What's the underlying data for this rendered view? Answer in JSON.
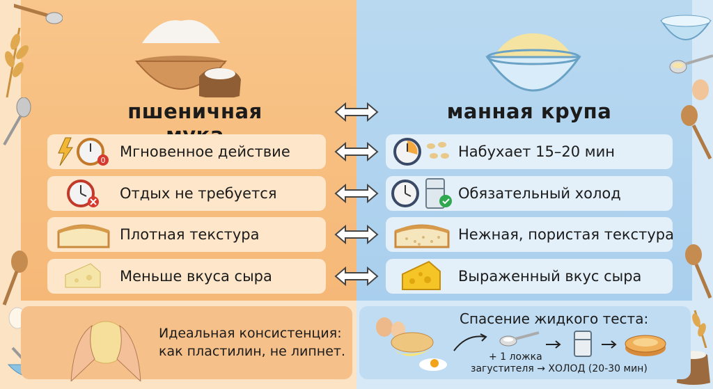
{
  "left": {
    "title": "пшеничная мука",
    "rows": [
      {
        "label": "Мгновенное действие",
        "icon": "lightning-clock-icon",
        "badge": "0"
      },
      {
        "label": "Отдых не требуется",
        "icon": "clock-cross-icon"
      },
      {
        "label": "Плотная текстура",
        "icon": "dense-bread-icon"
      },
      {
        "label": "Меньше вкуса сыра",
        "icon": "pale-cheese-icon"
      }
    ],
    "tip": {
      "line1": "Идеальная консистенция:",
      "line2": "как пластилин, не липнет."
    }
  },
  "right": {
    "title": "манная крупа",
    "rows": [
      {
        "label": "Набухает 15–20 мин",
        "icon": "clock-grains-icon"
      },
      {
        "label": "Обязательный холод",
        "icon": "clock-fridge-icon"
      },
      {
        "label": "Нежная, пористая текстура",
        "icon": "porous-bread-icon"
      },
      {
        "label": "Выраженный вкус сыра",
        "icon": "yellow-cheese-icon"
      }
    ],
    "rescue": {
      "title": "Спасение жидкого теста:",
      "step1": "+ 1 ложка",
      "step2": "загустителя → ХОЛОД (20-30 мин)"
    }
  },
  "colors": {
    "left_panel": "#f6b877",
    "right_panel": "#a9cfee",
    "arrow": "#444444"
  }
}
